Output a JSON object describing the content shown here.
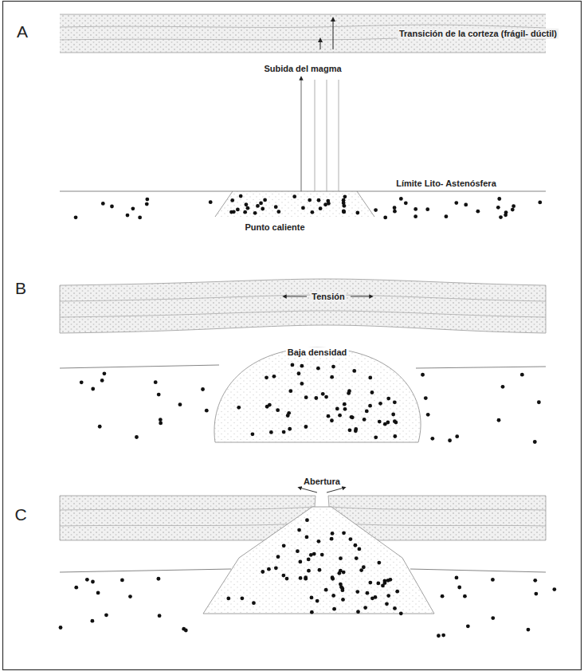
{
  "diagram": {
    "labels": [
      "A",
      "Transición de la corteza (frágil- dúctil)",
      "Subida del magma",
      "Límite Lito- Astenósfera",
      "Punto caliente",
      "B",
      "Tensión",
      "Baja densidad",
      "C",
      "Abertura"
    ]
  }
}
